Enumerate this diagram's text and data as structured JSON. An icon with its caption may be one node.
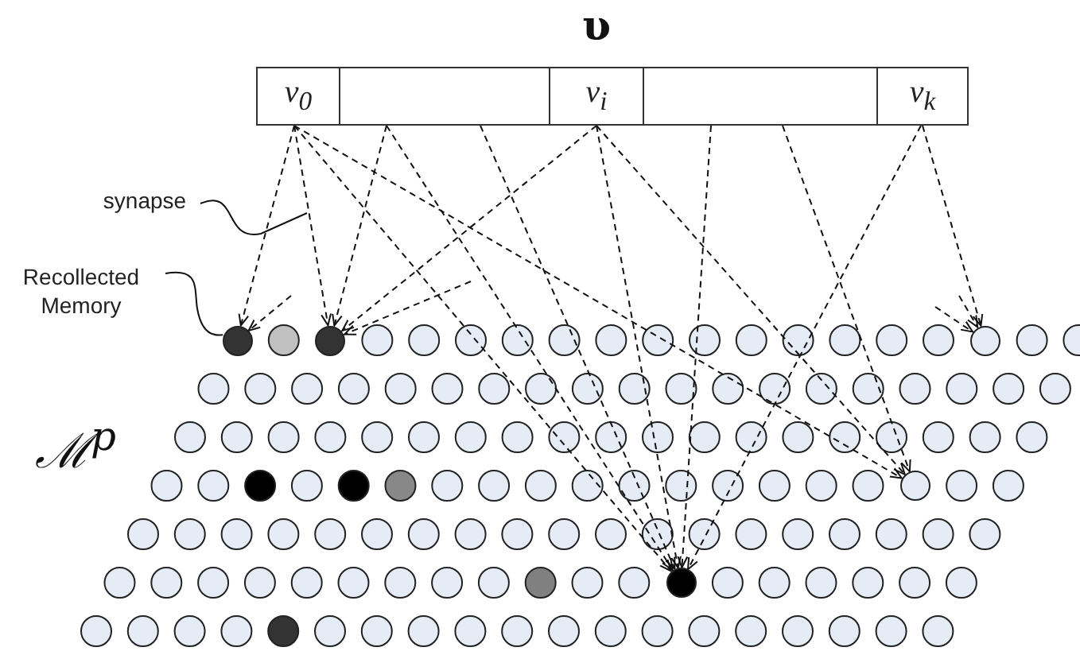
{
  "diagram": {
    "title": "υ",
    "nodes": [
      {
        "text": [
          "v$_{0}$"
        ]
      },
      {
        "text": [],
        "shape": "box"
      },
      {
        "text": [
          "v$_{i}$"
        ]
      },
      {
        "text": [],
        "shape": "box"
      },
      {
        "text": [
          "v$_{k}$"
        ]
      },
      {
        "text": [
          "synapse"
        ]
      },
      {
        "text": [
          "Recollected Memory"
        ]
      },
      {
        "text": [],
        "shape": "circle"
      },
      {
        "text": [],
        "shape": "circle"
      },
      {
        "text": [],
        "shape": "circle"
      },
      {
        "text": [],
        "shape": "circle"
      },
      {
        "text": [],
        "shape": "circle"
      }
    ],
    "edges": [
      {
        "from": 0,
        "to": 7,
        "arrow": "to",
        "style": "dashed"
      },
      {
        "from": 0,
        "to": 8,
        "arrow": "to",
        "style": "dashed"
      },
      {
        "from": 0,
        "to": 11,
        "arrow": "to",
        "style": "dashed"
      },
      {
        "from": 0,
        "to": 10,
        "arrow": "to",
        "style": "dashed"
      },
      {
        "from": 1,
        "to": 8,
        "arrow": "to",
        "style": "dashed"
      },
      {
        "from": 1,
        "to": 11,
        "arrow": "to",
        "style": "dashed"
      },
      {
        "from": 1,
        "to": 11,
        "arrow": "to",
        "style": "dashed"
      },
      {
        "from": 2,
        "to": 8,
        "arrow": "to",
        "style": "dashed"
      },
      {
        "from": 2,
        "to": 11,
        "arrow": "to",
        "style": "dashed"
      },
      {
        "from": 2,
        "to": 10,
        "arrow": "to",
        "style": "dashed"
      },
      {
        "from": 3,
        "to": 11,
        "arrow": "to",
        "style": "dashed"
      },
      {
        "from": 3,
        "to": 10,
        "arrow": "to",
        "style": "dashed"
      },
      {
        "from": 4,
        "to": 9,
        "arrow": "to",
        "style": "dashed"
      },
      {
        "from": 4,
        "to": 11,
        "arrow": "to",
        "style": "dashed"
      },
      {
        "from": null,
        "to": 7,
        "arrow": "to",
        "style": "dashed"
      },
      {
        "from": null,
        "to": 8,
        "arrow": "to",
        "style": "dashed"
      },
      {
        "from": null,
        "to": 9,
        "arrow": "to",
        "style": "dashed"
      },
      {
        "from": null,
        "to": 9,
        "arrow": "to",
        "style": "dashed"
      },
      {
        "from": 5,
        "to": null,
        "arrow": "none"
      },
      {
        "from": 6,
        "to": 7,
        "arrow": "none"
      }
    ],
    "labels": [
      "ℳ$^{p}$"
    ]
  }
}
